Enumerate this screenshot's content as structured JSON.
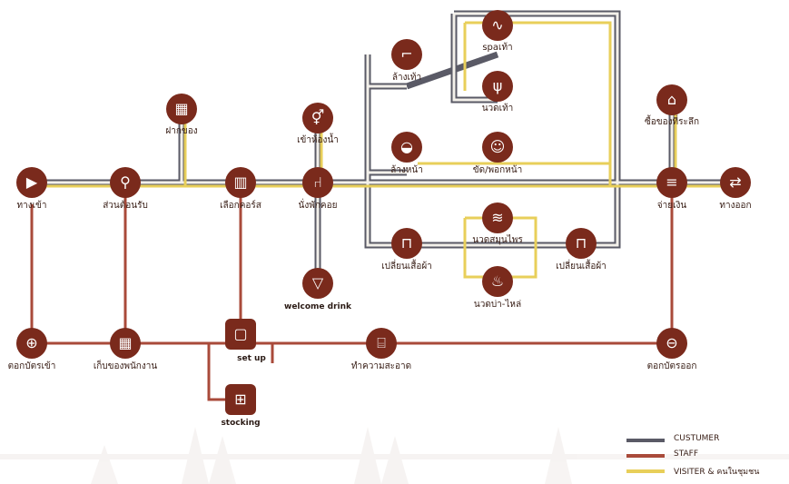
{
  "colors": {
    "node_fill": "#7a2a1c",
    "customer": "#5a5a66",
    "staff": "#a94a3a",
    "visitor": "#e8cf5a"
  },
  "nodes": [
    {
      "id": "entrance",
      "label": "ทางเข้า",
      "icon": "play-icon"
    },
    {
      "id": "reception",
      "label": "ส่วนต้อนรับ",
      "icon": "reception-desk-icon"
    },
    {
      "id": "shop",
      "label": "ฝากของ",
      "icon": "grid-icon"
    },
    {
      "id": "choose_course",
      "label": "เลือกคอร์ส",
      "icon": "map-icon"
    },
    {
      "id": "restroom",
      "label": "เข้าห้องน้ำ",
      "icon": "restroom-icon"
    },
    {
      "id": "waiting",
      "label": "นั่งพักคอย",
      "icon": "seat-icon"
    },
    {
      "id": "welcome_drink",
      "label": "welcome drink",
      "icon": "cocktail-icon"
    },
    {
      "id": "wash_feet",
      "label": "ล้างเท้า",
      "icon": "foot-icon"
    },
    {
      "id": "spa_feet",
      "label": "spaเท้า",
      "icon": "foot-spa-icon"
    },
    {
      "id": "foot_massage",
      "label": "นวดเท้า",
      "icon": "foot-massage-icon"
    },
    {
      "id": "wash_face",
      "label": "ล้างหน้า",
      "icon": "face-wash-icon"
    },
    {
      "id": "facial",
      "label": "ขัด/พอกหน้า",
      "icon": "face-mask-icon"
    },
    {
      "id": "change_clothes",
      "label": "เปลี่ยนเสื้อผ้า",
      "icon": "clothes-icon"
    },
    {
      "id": "herbal_massage",
      "label": "นวดสมุนไพร",
      "icon": "herbal-massage-icon"
    },
    {
      "id": "shoulder_massage",
      "label": "นวดบ่า-ไหล่",
      "icon": "shoulder-massage-icon"
    },
    {
      "id": "change_clothes_2",
      "label": "เปลี่ยนเสื้อผ้า",
      "icon": "clothes-icon"
    },
    {
      "id": "souvenir",
      "label": "ซื้อของที่ระลึก",
      "icon": "shopping-bag-icon"
    },
    {
      "id": "payment",
      "label": "จ่ายเงิน",
      "icon": "bill-icon"
    },
    {
      "id": "exit",
      "label": "ทางออก",
      "icon": "exit-icon"
    },
    {
      "id": "staff_checkin",
      "label": "ตอกบัตรเข้า",
      "icon": "tag-plus-icon"
    },
    {
      "id": "staff_storage",
      "label": "เก็บของพนักงาน",
      "icon": "grid-icon"
    },
    {
      "id": "setup",
      "label": "set up",
      "icon": "setup-icon"
    },
    {
      "id": "stocking",
      "label": "stocking",
      "icon": "stocking-icon"
    },
    {
      "id": "cleaning",
      "label": "ทำความสะอาด",
      "icon": "cleaning-icon"
    },
    {
      "id": "staff_checkout",
      "label": "ตอกบัตรออก",
      "icon": "tag-minus-icon"
    }
  ],
  "legend": [
    {
      "label": "CUSTUMER",
      "color": "#5a5a66"
    },
    {
      "label": "STAFF",
      "color": "#a94a3a"
    },
    {
      "label": "VISITER & คนในชุมชน",
      "color": "#e8cf5a"
    }
  ]
}
